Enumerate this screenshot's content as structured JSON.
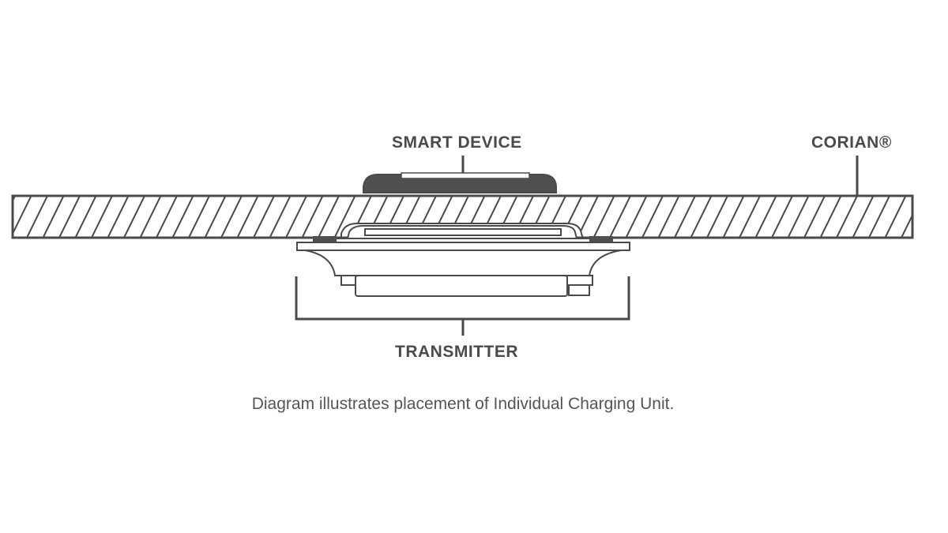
{
  "labels": {
    "smart_device": "SMART DEVICE",
    "corian": "CORIAN®",
    "transmitter": "TRANSMITTER"
  },
  "caption": "Diagram illustrates placement of Individual Charging Unit.",
  "colors": {
    "line": "#4a4a4a",
    "device_fill": "#505050",
    "background": "#ffffff"
  }
}
